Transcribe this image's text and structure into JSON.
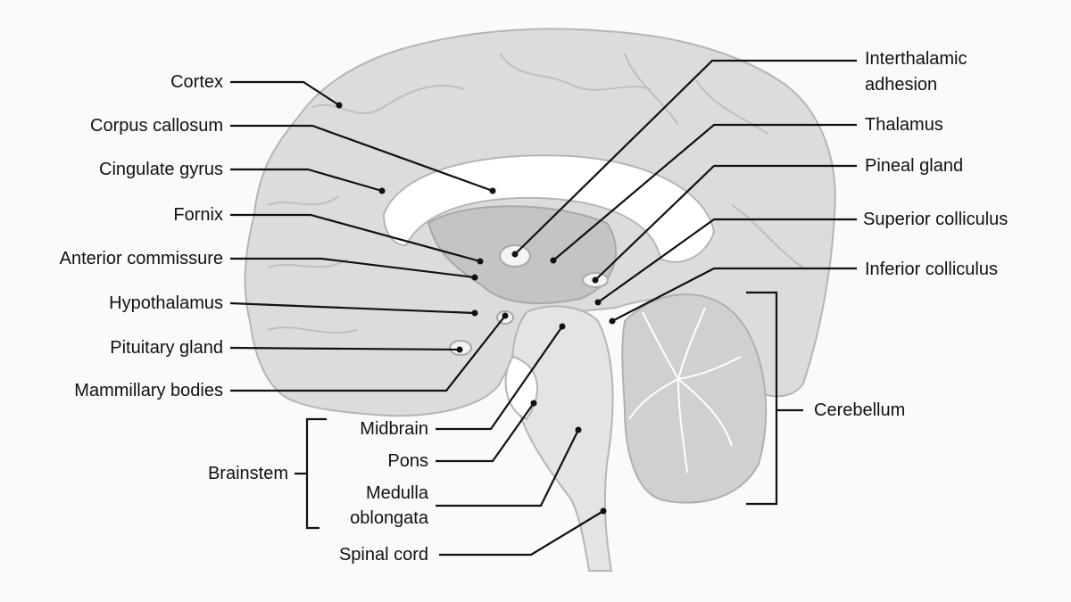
{
  "title": "Sagittal brain anatomy",
  "colors": {
    "background": "#fafafa",
    "brain_fill": "#d9d9d9",
    "brain_stroke": "#b5b5b5",
    "inner_fill": "#c8c8c8",
    "light_fill": "#ececec",
    "line": "#111111"
  },
  "left_labels": {
    "cortex": "Cortex",
    "corpus_callosum": "Corpus callosum",
    "cingulate_gyrus": "Cingulate gyrus",
    "fornix": "Fornix",
    "anterior_commissure": "Anterior commissure",
    "hypothalamus": "Hypothalamus",
    "pituitary_gland": "Pituitary gland",
    "mammillary_bodies": "Mammillary bodies"
  },
  "right_labels": {
    "interthalamic_line1": "Interthalamic",
    "interthalamic_line2": "adhesion",
    "thalamus": "Thalamus",
    "pineal_gland": "Pineal gland",
    "superior_colliculus": "Superior colliculus",
    "inferior_colliculus": "Inferior colliculus",
    "cerebellum": "Cerebellum"
  },
  "brainstem": {
    "group": "Brainstem",
    "midbrain": "Midbrain",
    "pons": "Pons",
    "medulla_line1": "Medulla",
    "medulla_line2": "oblongata",
    "spinal_cord": "Spinal cord"
  }
}
